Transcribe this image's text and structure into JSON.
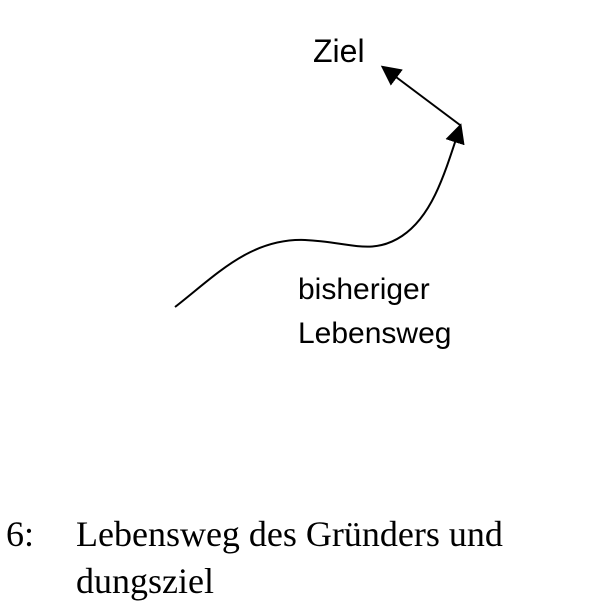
{
  "diagram": {
    "goal_label": "Ziel",
    "path_label_line1": "bisheriger",
    "path_label_line2": "Lebensweg"
  },
  "caption": {
    "number": "6:",
    "line1": "Lebensweg des Gründers und",
    "line2": "dungsziel"
  },
  "colors": {
    "ink": "#000000",
    "background": "#ffffff"
  }
}
